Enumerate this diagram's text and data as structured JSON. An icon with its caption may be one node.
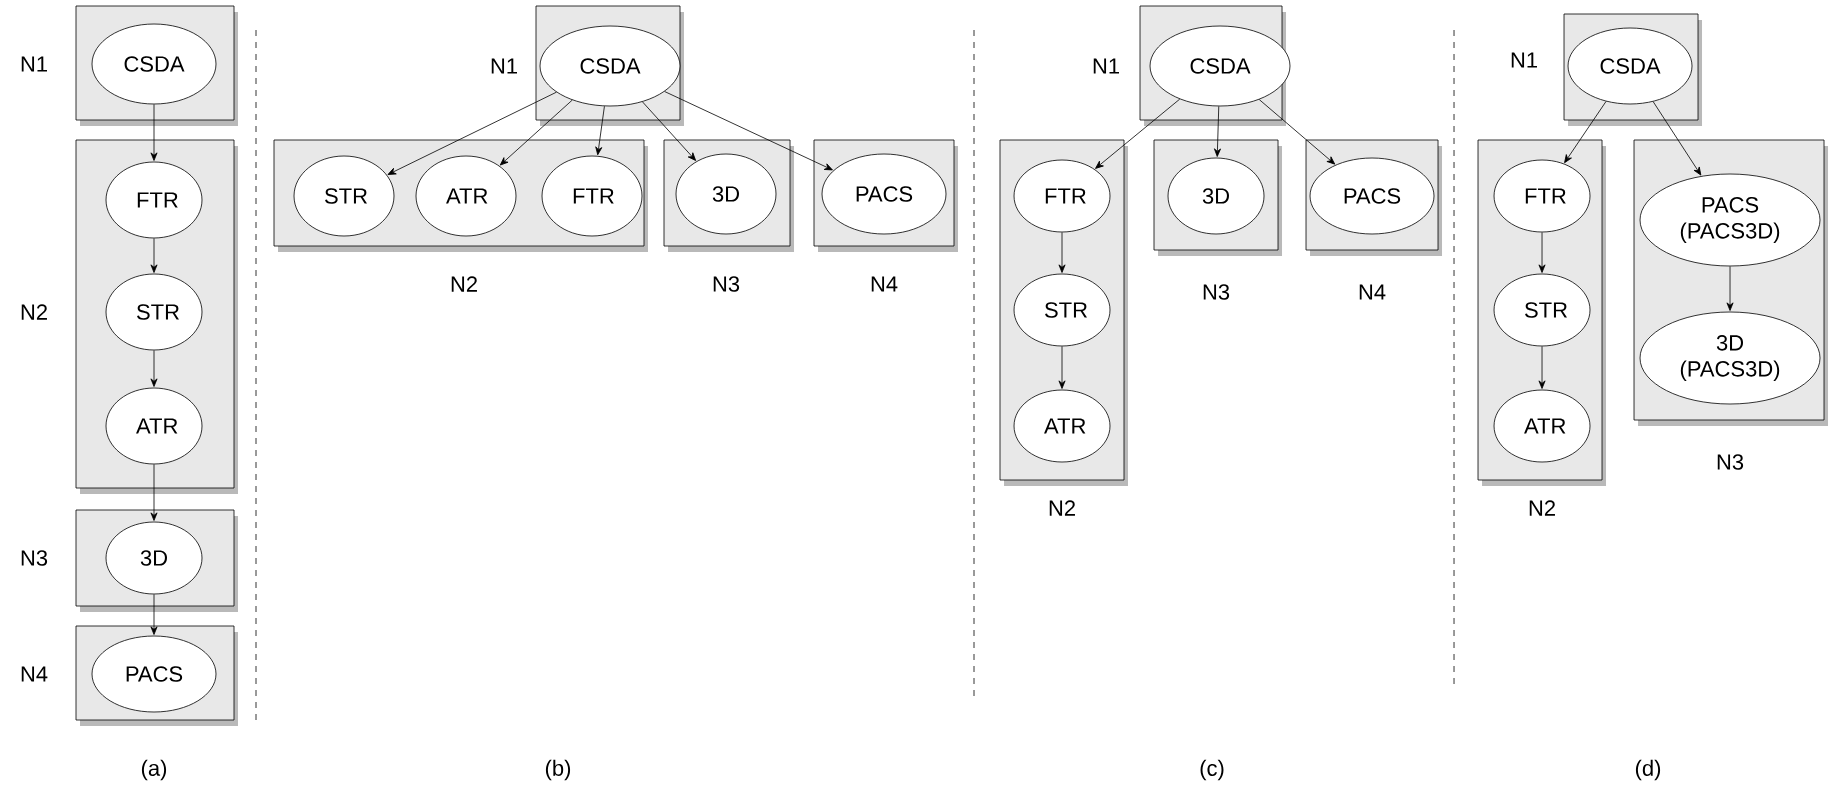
{
  "diagram": {
    "nodes": [
      {
        "text": [
          "N1"
        ]
      },
      {
        "text": [
          "CSDA"
        ],
        "in": 0
      },
      {
        "text": [
          "N2"
        ]
      },
      {
        "text": [
          "FTR"
        ],
        "in": 2
      },
      {
        "text": [
          "STR"
        ],
        "in": 2
      },
      {
        "text": [
          "ATR"
        ],
        "in": 2
      },
      {
        "text": [
          "N3"
        ]
      },
      {
        "text": [
          "3D"
        ],
        "in": 6
      },
      {
        "text": [
          "N4"
        ]
      },
      {
        "text": [
          "PACS"
        ],
        "in": 8
      },
      {
        "text": [
          "N1"
        ]
      },
      {
        "text": [
          "CSDA"
        ],
        "in": 10
      },
      {
        "text": [
          "N2"
        ]
      },
      {
        "text": [
          "STR"
        ],
        "in": 12
      },
      {
        "text": [
          "ATR"
        ],
        "in": 12
      },
      {
        "text": [
          "FTR"
        ],
        "in": 12
      },
      {
        "text": [
          "N3"
        ]
      },
      {
        "text": [
          "3D"
        ],
        "in": 16
      },
      {
        "text": [
          "N4"
        ]
      },
      {
        "text": [
          "PACS"
        ],
        "in": 18
      },
      {
        "text": [
          "N1"
        ]
      },
      {
        "text": [
          "CSDA"
        ],
        "in": 20
      },
      {
        "text": [
          "N2"
        ]
      },
      {
        "text": [
          "FTR"
        ],
        "in": 22
      },
      {
        "text": [
          "STR"
        ],
        "in": 22
      },
      {
        "text": [
          "ATR"
        ],
        "in": 22
      },
      {
        "text": [
          "N3"
        ]
      },
      {
        "text": [
          "3D"
        ],
        "in": 26
      },
      {
        "text": [
          "N4"
        ]
      },
      {
        "text": [
          "PACS"
        ],
        "in": 28
      },
      {
        "text": [
          "N1"
        ]
      },
      {
        "text": [
          "CSDA"
        ],
        "in": 30
      },
      {
        "text": [
          "N2"
        ]
      },
      {
        "text": [
          "FTR"
        ],
        "in": 32
      },
      {
        "text": [
          "STR"
        ],
        "in": 32
      },
      {
        "text": [
          "ATR"
        ],
        "in": 32
      },
      {
        "text": [
          "N3"
        ]
      },
      {
        "text": [
          "PACS (PACS3D)"
        ],
        "in": 36
      },
      {
        "text": [
          "3D (PACS3D)"
        ],
        "in": 36
      }
    ],
    "edges": [
      {
        "from": 1,
        "to": 3,
        "arrow": "to"
      },
      {
        "from": 3,
        "to": 4,
        "arrow": "to"
      },
      {
        "from": 4,
        "to": 5,
        "arrow": "to"
      },
      {
        "from": 5,
        "to": 7,
        "arrow": "to"
      },
      {
        "from": 7,
        "to": 9,
        "arrow": "to"
      },
      {
        "from": 11,
        "to": 13,
        "arrow": "to"
      },
      {
        "from": 11,
        "to": 14,
        "arrow": "to"
      },
      {
        "from": 11,
        "to": 15,
        "arrow": "to"
      },
      {
        "from": 11,
        "to": 17,
        "arrow": "to"
      },
      {
        "from": 11,
        "to": 19,
        "arrow": "to"
      },
      {
        "from": 21,
        "to": 23,
        "arrow": "to"
      },
      {
        "from": 21,
        "to": 27,
        "arrow": "to"
      },
      {
        "from": 21,
        "to": 29,
        "arrow": "to"
      },
      {
        "from": 23,
        "to": 24,
        "arrow": "to"
      },
      {
        "from": 24,
        "to": 25,
        "arrow": "to"
      },
      {
        "from": 31,
        "to": 33,
        "arrow": "to"
      },
      {
        "from": 31,
        "to": 37,
        "arrow": "to"
      },
      {
        "from": 33,
        "to": 34,
        "arrow": "to"
      },
      {
        "from": 34,
        "to": 35,
        "arrow": "to"
      },
      {
        "from": 37,
        "to": 38,
        "arrow": "to"
      }
    ],
    "labels": [
      "(a)",
      "(b)",
      "(c)",
      "(d)"
    ]
  }
}
